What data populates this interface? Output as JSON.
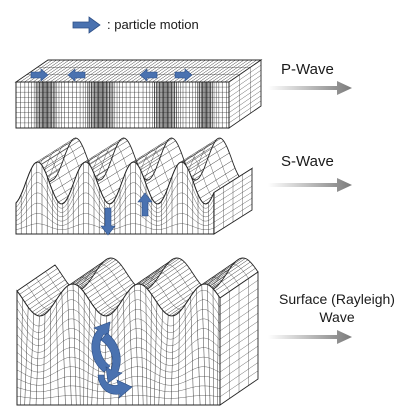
{
  "legend": {
    "text": ": particle motion",
    "arrow_color": "#4a72b0"
  },
  "waves": [
    {
      "label": "P-Wave",
      "motion": "compressional, parallel to propagation"
    },
    {
      "label": "S-Wave",
      "motion": "shear, perpendicular to propagation"
    },
    {
      "label": "Surface (Rayleigh) Wave",
      "motion": "elliptical / rolling"
    }
  ],
  "colors": {
    "grid_line": "#262626",
    "face_fill": "#ffffff",
    "motion_arrow": "#4a72b0",
    "direction_arrow_start": "#ffffff",
    "direction_arrow_end": "#7a7a7a"
  },
  "icons": [
    "particle-motion-arrow-icon",
    "propagation-direction-arrow-icon"
  ]
}
